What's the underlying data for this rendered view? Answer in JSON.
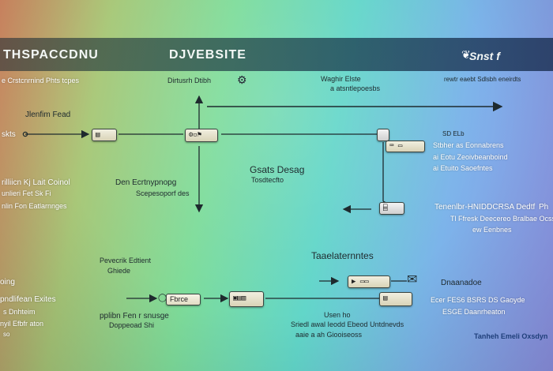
{
  "header": {
    "left_title": "THSPACCDNU",
    "center_title": "DJVEBSITE",
    "right_title": "Snst f"
  },
  "labels": {
    "sub_left": "e Crstcnrnind Phts tcpes",
    "sub_center": "Dirtusrh Dtibh",
    "sub_right_a": "Waghir Elste",
    "sub_right_b": "a atsntlepoesbs",
    "sub_far_right": "rewtr eaebt Sdlsbh eneirdts",
    "tl_label": "Jlenfim Fead",
    "left_edge": "skts",
    "left_block_1": "rilliicn Kj Lait Coinol",
    "left_block_2": "unlieri Fet Sk Fi",
    "left_block_3": "nlin Fon Eatlarnnges",
    "mid_note_1": "Den Ecrtnypnopg",
    "mid_note_2": "Scepesoporf des",
    "center_head": "Gsats Desag",
    "center_sub": "Tosdtecfto",
    "right_node_label": "SD ELb",
    "right_block_1": "Stbher as Eonnabrens",
    "right_block_2": "ai Eotu Zeoivbeanboind",
    "right_block_3": "ai Etuito Saoefntes",
    "right_block_4": "Tenenlbr-HNIDDCRSA Dedtf",
    "right_block_5": "Ph",
    "right_block_6": "Tl Ffresk Deecereo Bralbae Ocsse",
    "right_block_7": "ew Eenbnes",
    "bottom_mid_head": "Pevecrik Edtient",
    "bottom_mid_sub": "Ghiede",
    "bottom_right_head": "Taaelaternntes",
    "bottom_left_1": "oing",
    "bottom_left_2": "pndlifean Exites",
    "bottom_left_3": "s Dnhteim",
    "bottom_left_4": "nyil Efbfr aton",
    "bottom_left_5": "so",
    "bottom_node_label": "Fbrce",
    "bottom_low_1": "pplibn Fen r snusge",
    "bottom_low_2": "Doppeoad Shi",
    "bottom_center_1": "Usen ho",
    "bottom_center_2": "Sriedl awal Ieodd Ebeod Untdnevds",
    "bottom_center_3": "aaie a ah Giooiseoss",
    "bottom_right_1": "Dnaanadoe",
    "bottom_right_2": "Ecer FES6 BSRS DS Gaoyde",
    "bottom_right_3": "ESGE Daanrheaton",
    "footer_right": "Tanheh Emeli Oxsdyn"
  },
  "icons": [
    "feather-icon",
    "gear-icon",
    "settings-node-icon",
    "terminal-icon",
    "mail-icon",
    "database-icon",
    "play-icon"
  ]
}
